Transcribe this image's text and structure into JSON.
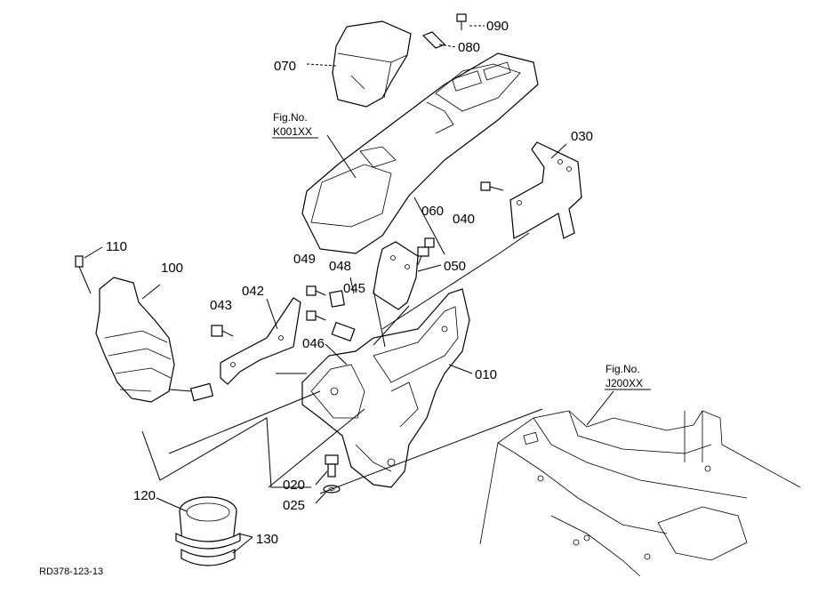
{
  "diagram_code": "RD378-123-13",
  "parts": [
    {
      "id": "p070",
      "label": "070"
    },
    {
      "id": "p090",
      "label": "090"
    },
    {
      "id": "p080",
      "label": "080"
    },
    {
      "id": "p030",
      "label": "030"
    },
    {
      "id": "p040",
      "label": "040"
    },
    {
      "id": "p060",
      "label": "060"
    },
    {
      "id": "p050",
      "label": "050"
    },
    {
      "id": "p110",
      "label": "110"
    },
    {
      "id": "p100",
      "label": "100"
    },
    {
      "id": "p049",
      "label": "049"
    },
    {
      "id": "p048",
      "label": "048"
    },
    {
      "id": "p045",
      "label": "045"
    },
    {
      "id": "p042",
      "label": "042"
    },
    {
      "id": "p043",
      "label": "043"
    },
    {
      "id": "p046",
      "label": "046"
    },
    {
      "id": "p010",
      "label": "010"
    },
    {
      "id": "p020",
      "label": "020"
    },
    {
      "id": "p025",
      "label": "025"
    },
    {
      "id": "p120",
      "label": "120"
    },
    {
      "id": "p130",
      "label": "130"
    }
  ],
  "fig_refs": [
    {
      "title": "Fig.No.",
      "code": "K001XX"
    },
    {
      "title": "Fig.No.",
      "code": "J200XX"
    }
  ]
}
